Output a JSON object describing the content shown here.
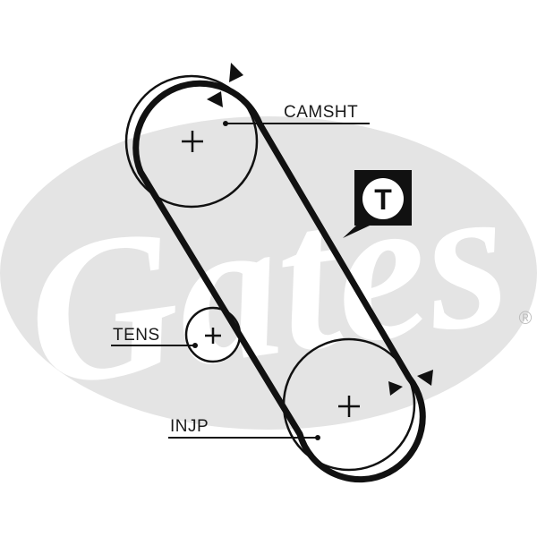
{
  "brand": {
    "logo_text": "Gates",
    "registered_mark": "®",
    "watermark_color": "#e4e4e4"
  },
  "pulleys": {
    "camshaft_label": "CAMSHT",
    "tensioner_label": "TENS",
    "injection_pump_label": "INJP"
  },
  "tensioner_badge": {
    "letter": "T"
  },
  "colors": {
    "belt": "#111111",
    "badge_fill": "#111111",
    "badge_text": "#ffffff",
    "label_text": "#1a1a1a"
  },
  "icons": [
    "rotation-arrow-icon",
    "crosshair-icon",
    "tensioner-badge-icon"
  ]
}
